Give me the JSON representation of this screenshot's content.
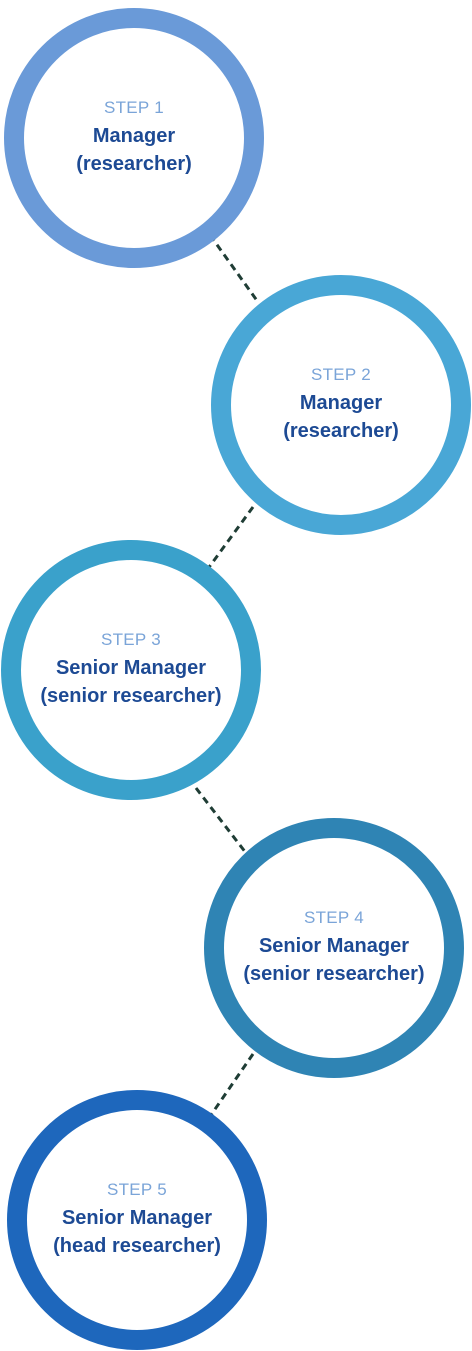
{
  "steps": [
    {
      "label": "STEP 1",
      "title": "Manager",
      "subtitle": "(researcher)"
    },
    {
      "label": "STEP 2",
      "title": "Manager",
      "subtitle": "(researcher)"
    },
    {
      "label": "STEP 3",
      "title": "Senior Manager",
      "subtitle": "(senior researcher)"
    },
    {
      "label": "STEP 4",
      "title": "Senior Manager",
      "subtitle": "(senior researcher)"
    },
    {
      "label": "STEP 5",
      "title": "Senior Manager",
      "subtitle": "(head researcher)"
    }
  ],
  "colors": {
    "step_1_ring": "#6a9ad8",
    "step_2_ring": "#49a7d6",
    "step_3_ring": "#3aa1cb",
    "step_4_ring": "#2f84b4",
    "step_5_ring": "#1e67bc",
    "label_text": "#7aa4d8",
    "title_text": "#1d4a94",
    "connector": "#1f3d35"
  }
}
